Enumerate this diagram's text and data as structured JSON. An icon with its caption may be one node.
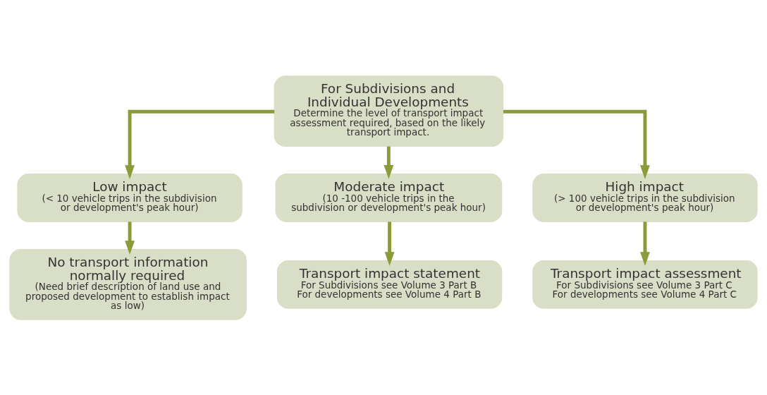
{
  "diagram": {
    "nodes": [
      {
        "text": [
          "For Subdivisions and Individual Developments",
          "Determine the level of transport impact assessment required, based on the likely transport impact."
        ]
      },
      {
        "text": [
          "Low impact",
          "(< 10 vehicle trips in the subdivision or development's peak hour)"
        ]
      },
      {
        "text": [
          "Moderate impact",
          "(10 -100 vehicle trips in the subdivision or development's peak hour)"
        ]
      },
      {
        "text": [
          "High impact",
          "(> 100 vehicle trips in the subdivision or development's peak hour)"
        ]
      },
      {
        "text": [
          "No transport information normally required",
          "(Need brief description of land use and proposed development to establish impact as low)"
        ]
      },
      {
        "text": [
          "Transport impact statement",
          "For Subdivisions see Volume 3 Part B",
          "For developments see Volume 4 Part B"
        ]
      },
      {
        "text": [
          "Transport impact assessment",
          "For Subdivisions see Volume 3 Part C",
          "For developments see Volume 4 Part C"
        ]
      }
    ],
    "edges": [
      {
        "from": 0,
        "to": 1,
        "arrow": "to"
      },
      {
        "from": 0,
        "to": 2,
        "arrow": "to"
      },
      {
        "from": 0,
        "to": 3,
        "arrow": "to"
      },
      {
        "from": 1,
        "to": 4,
        "arrow": "to"
      },
      {
        "from": 2,
        "to": 5,
        "arrow": "to"
      },
      {
        "from": 3,
        "to": 6,
        "arrow": "to"
      }
    ]
  }
}
